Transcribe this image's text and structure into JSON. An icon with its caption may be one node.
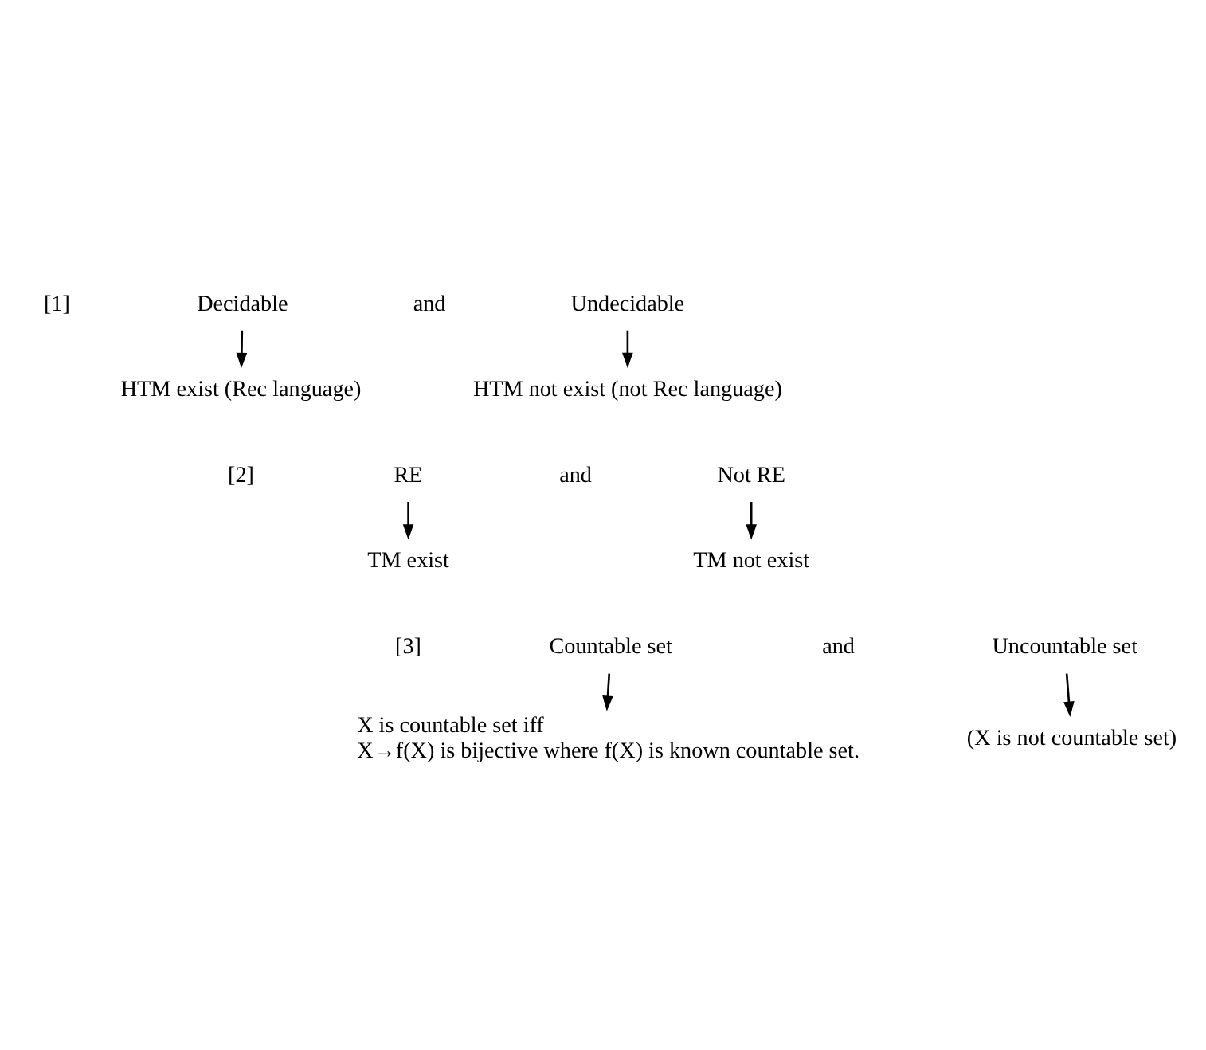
{
  "diagram": {
    "nodes": [
      {
        "text": [
          "Decidable"
        ]
      },
      {
        "text": [
          "Undecidable"
        ]
      },
      {
        "text": [
          "HTM exist (Rec language)"
        ]
      },
      {
        "text": [
          "HTM not exist (not Rec language)"
        ]
      },
      {
        "text": [
          "RE"
        ]
      },
      {
        "text": [
          "Not RE"
        ]
      },
      {
        "text": [
          "TM exist"
        ]
      },
      {
        "text": [
          "TM not exist"
        ]
      },
      {
        "text": [
          "Countable set"
        ]
      },
      {
        "text": [
          "Uncountable set"
        ]
      },
      {
        "text": [
          "X is countable set iff",
          "X→f(X) is bijective where f(X) is known countable set."
        ]
      },
      {
        "text": [
          "(X is not countable set)"
        ]
      }
    ],
    "edges": [
      {
        "from": 0,
        "to": 2,
        "arrow": "to"
      },
      {
        "from": 1,
        "to": 3,
        "arrow": "to"
      },
      {
        "from": 4,
        "to": 6,
        "arrow": "to"
      },
      {
        "from": 5,
        "to": 7,
        "arrow": "to"
      },
      {
        "from": 8,
        "to": 10,
        "arrow": "to"
      },
      {
        "from": 9,
        "to": 11,
        "arrow": "to"
      }
    ],
    "labels": [
      "[1]",
      "and",
      "[2]",
      "and",
      "[3]",
      "and"
    ]
  }
}
